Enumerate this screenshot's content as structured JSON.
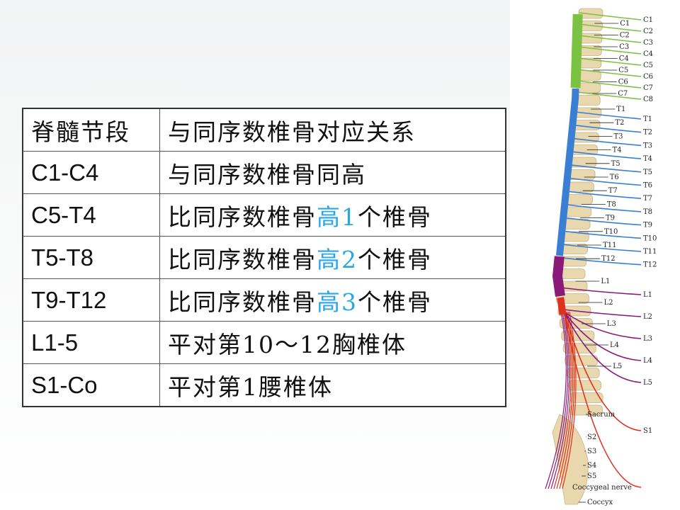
{
  "table": {
    "header": [
      "脊髓节段",
      "与同序数椎骨对应关系"
    ],
    "rows": [
      {
        "segment": "C1-C4",
        "pre": "与同序数椎骨同高",
        "hi": "",
        "post": ""
      },
      {
        "segment": "C5-T4",
        "pre": "比同序数椎骨",
        "hi": "高1",
        "post": "个椎骨"
      },
      {
        "segment": "T5-T8",
        "pre": "比同序数椎骨",
        "hi": "高2",
        "post": "个椎骨"
      },
      {
        "segment": "T9-T12",
        "pre": "比同序数椎骨",
        "hi": "高3",
        "post": "个椎骨"
      },
      {
        "segment": "L1-5",
        "pre": "平对第10～12胸椎体",
        "hi": "",
        "post": ""
      },
      {
        "segment": "S1-Co",
        "pre": "平对第1腰椎体",
        "hi": "",
        "post": ""
      }
    ]
  },
  "highlight_color": "#2aa7e0",
  "diagram": {
    "vertebra_labels": [
      "C1",
      "C2",
      "C3",
      "C4",
      "C5",
      "C6",
      "C7",
      "T1",
      "T2",
      "T3",
      "T4",
      "T5",
      "T6",
      "T7",
      "T8",
      "T9",
      "T10",
      "T11",
      "T12",
      "L1",
      "L2",
      "L3",
      "L4",
      "L5",
      "Sacrum",
      "S2",
      "S3",
      "S4",
      "S5",
      "Coccyx"
    ],
    "nerve_labels": [
      "C1",
      "C2",
      "C3",
      "C4",
      "C5",
      "C6",
      "C7",
      "C8",
      "T1",
      "T2",
      "T3",
      "T4",
      "T5",
      "T6",
      "T7",
      "T8",
      "T9",
      "T10",
      "T11",
      "T12",
      "L1",
      "L2",
      "L3",
      "L4",
      "L5",
      "S1",
      "Coccygeal nerve"
    ],
    "colors": {
      "cervical": "#7cc242",
      "thoracic": "#3b7fd4",
      "lumbar": "#8a1a7a",
      "sacral": "#e0301e",
      "bone": "#e9d7ad"
    }
  }
}
